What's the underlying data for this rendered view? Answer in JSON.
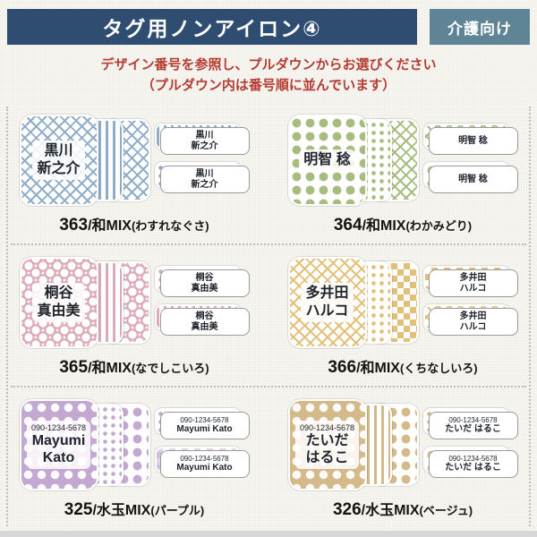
{
  "header": {
    "title": "タグ用ノンアイロン④",
    "badge": "介護向け",
    "bar_css": "background:#2f4d70",
    "badge_css": "background:#5e8495"
  },
  "instructions": {
    "line1": "デザイン番号を参照し、プルダウンからお選びください",
    "line2": "（プルダウン内は番号順に並んでいます）",
    "css": "color:#b43c32"
  },
  "products": [
    {
      "number": "363",
      "series": "/和MIX",
      "variant": "(わすれなぐさ)",
      "main": {
        "line1": "黒川",
        "line2": "新之介"
      },
      "mini": {
        "line1": "黒川",
        "line2": "新之介"
      },
      "css": "--pc:#8fadca;--pca:rgba(143,173,202,0.45)"
    },
    {
      "number": "364",
      "series": "/和MIX",
      "variant": "(わかみどり)",
      "main": {
        "line1": "明智 稔"
      },
      "mini": {
        "line1": "明智 稔"
      },
      "css": "--pc:#a6bd7f;--pca:rgba(166,189,127,0.45)"
    },
    {
      "number": "365",
      "series": "/和MIX",
      "variant": "(なでしこいろ)",
      "main": {
        "line1": "桐谷",
        "line2": "真由美"
      },
      "mini": {
        "line1": "桐谷",
        "line2": "真由美"
      },
      "css": "--pc:#dcaab8;--pca:rgba(220,170,184,0.45)"
    },
    {
      "number": "366",
      "series": "/和MIX",
      "variant": "(くちなしいろ)",
      "main": {
        "line1": "多井田",
        "line2": "ハルコ"
      },
      "mini": {
        "line1": "多井田",
        "line2": "ハルコ"
      },
      "css": "--pc:#e2c078;--pca:rgba(226,192,120,0.45)"
    },
    {
      "number": "325",
      "series": "/水玉MIX",
      "variant": "(パープル)",
      "main": {
        "phone": "090-1234-5678",
        "line1": "Mayumi",
        "line2": "Kato"
      },
      "mini": {
        "line1": "090-1234-5678",
        "line2": "Mayumi Kato"
      },
      "css": "--pc:#c3a8d2;--pca:rgba(195,168,210,0.5)"
    },
    {
      "number": "326",
      "series": "/水玉MIX",
      "variant": "(ベージュ)",
      "main": {
        "phone": "090-1234-5678",
        "line1": "たいだ",
        "line2": "はるこ"
      },
      "mini": {
        "line1": "090-1234-5678",
        "line2": "たいだ はるこ"
      },
      "css": "--pc:#d4ba8b;--pca:rgba(212,186,139,0.5)"
    }
  ]
}
